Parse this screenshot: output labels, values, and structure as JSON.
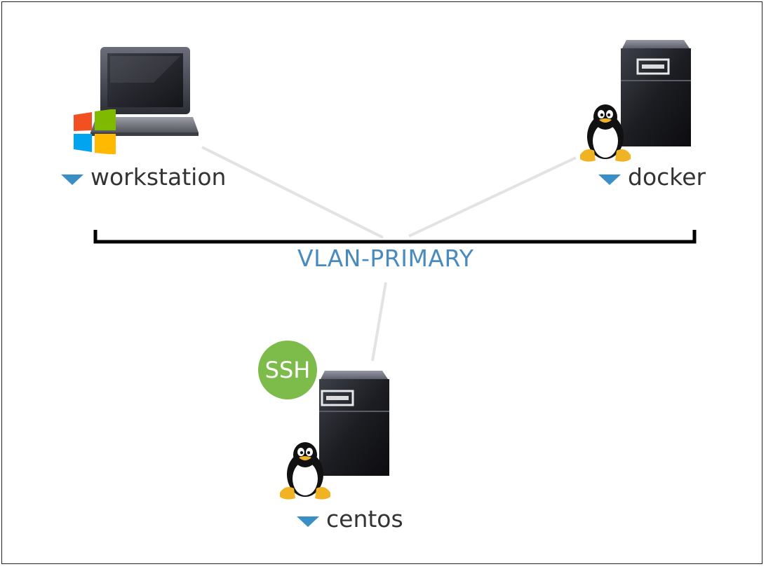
{
  "diagram": {
    "vlan": {
      "name": "VLAN-PRIMARY"
    },
    "nodes": [
      {
        "id": "workstation",
        "label": "workstation",
        "icon": "laptop-icon",
        "os": "windows-logo-icon"
      },
      {
        "id": "docker",
        "label": "docker",
        "icon": "server-icon",
        "os": "linux-tux-icon"
      },
      {
        "id": "centos",
        "label": "centos",
        "icon": "server-icon",
        "os": "linux-tux-icon",
        "badge": "SSH"
      }
    ],
    "colors": {
      "vlan_bar": "#000000",
      "vlan_text": "#4a8bbf",
      "link": "#e3e3e3",
      "caret": "#3a8fc7",
      "ssh_badge": "#7dbb4a",
      "node_text": "#333333"
    }
  }
}
